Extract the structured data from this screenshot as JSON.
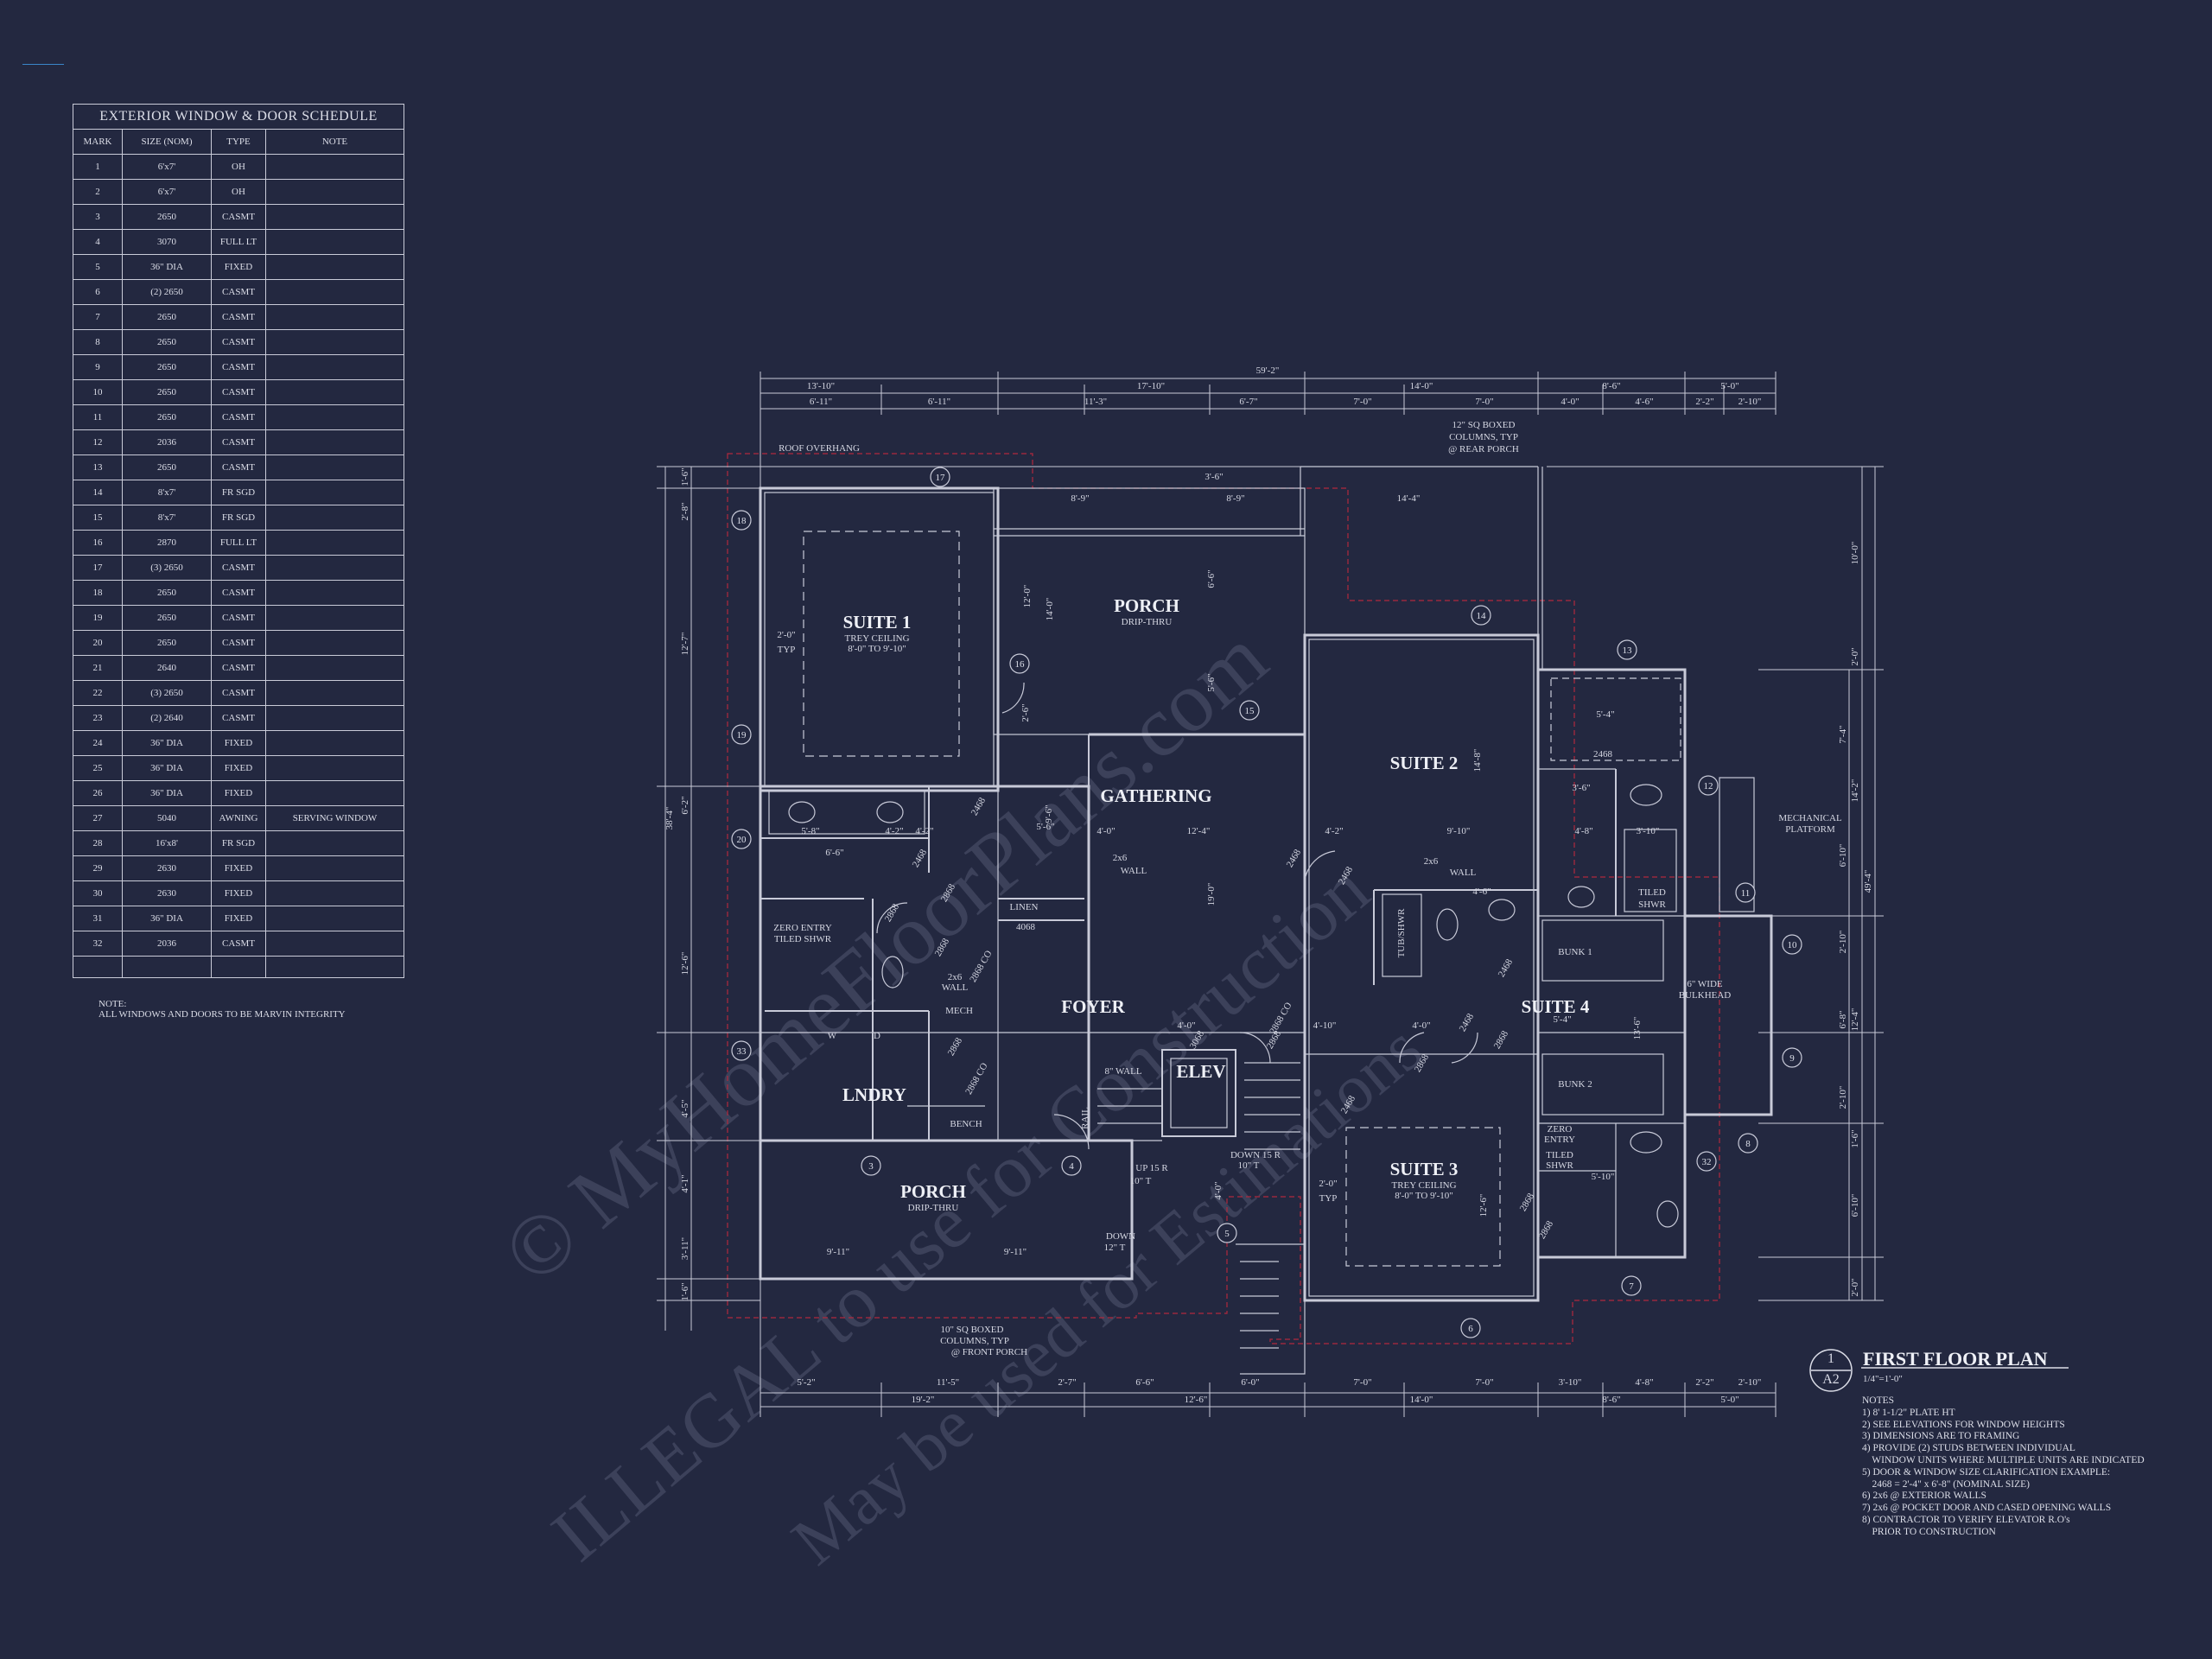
{
  "schedule": {
    "title": "EXTERIOR WINDOW & DOOR SCHEDULE",
    "headers": [
      "MARK",
      "SIZE (NOM)",
      "TYPE",
      "NOTE"
    ],
    "rows": [
      [
        "1",
        "6'x7'",
        "OH",
        ""
      ],
      [
        "2",
        "6'x7'",
        "OH",
        ""
      ],
      [
        "3",
        "2650",
        "CASMT",
        ""
      ],
      [
        "4",
        "3070",
        "FULL LT",
        ""
      ],
      [
        "5",
        "36\" DIA",
        "FIXED",
        ""
      ],
      [
        "6",
        "(2) 2650",
        "CASMT",
        ""
      ],
      [
        "7",
        "2650",
        "CASMT",
        ""
      ],
      [
        "8",
        "2650",
        "CASMT",
        ""
      ],
      [
        "9",
        "2650",
        "CASMT",
        ""
      ],
      [
        "10",
        "2650",
        "CASMT",
        ""
      ],
      [
        "11",
        "2650",
        "CASMT",
        ""
      ],
      [
        "12",
        "2036",
        "CASMT",
        ""
      ],
      [
        "13",
        "2650",
        "CASMT",
        ""
      ],
      [
        "14",
        "8'x7'",
        "FR SGD",
        ""
      ],
      [
        "15",
        "8'x7'",
        "FR SGD",
        ""
      ],
      [
        "16",
        "2870",
        "FULL LT",
        ""
      ],
      [
        "17",
        "(3) 2650",
        "CASMT",
        ""
      ],
      [
        "18",
        "2650",
        "CASMT",
        ""
      ],
      [
        "19",
        "2650",
        "CASMT",
        ""
      ],
      [
        "20",
        "2650",
        "CASMT",
        ""
      ],
      [
        "21",
        "2640",
        "CASMT",
        ""
      ],
      [
        "22",
        "(3) 2650",
        "CASMT",
        ""
      ],
      [
        "23",
        "(2) 2640",
        "CASMT",
        ""
      ],
      [
        "24",
        "36\" DIA",
        "FIXED",
        ""
      ],
      [
        "25",
        "36\" DIA",
        "FIXED",
        ""
      ],
      [
        "26",
        "36\" DIA",
        "FIXED",
        ""
      ],
      [
        "27",
        "5040",
        "AWNING",
        "SERVING WINDOW"
      ],
      [
        "28",
        "16'x8'",
        "FR SGD",
        ""
      ],
      [
        "29",
        "2630",
        "FIXED",
        ""
      ],
      [
        "30",
        "2630",
        "FIXED",
        ""
      ],
      [
        "31",
        "36\" DIA",
        "FIXED",
        ""
      ],
      [
        "32",
        "2036",
        "CASMT",
        ""
      ]
    ],
    "note_line1": "NOTE:",
    "note_line2": "ALL WINDOWS AND DOORS TO BE MARVIN INTEGRITY"
  },
  "rooms": [
    {
      "name": "SUITE 1",
      "sub1": "TREY CEILING",
      "sub2": "8'-0\" TO 9'-10\""
    },
    {
      "name": "PORCH",
      "sub1": "DRIP-THRU",
      "sub2": ""
    },
    {
      "name": "GATHERING",
      "sub1": "",
      "sub2": ""
    },
    {
      "name": "SUITE 2",
      "sub1": "",
      "sub2": ""
    },
    {
      "name": "FOYER",
      "sub1": "",
      "sub2": ""
    },
    {
      "name": "ELEV",
      "sub1": "",
      "sub2": ""
    },
    {
      "name": "SUITE 4",
      "sub1": "",
      "sub2": ""
    },
    {
      "name": "LNDRY",
      "sub1": "",
      "sub2": ""
    },
    {
      "name": "SUITE 3",
      "sub1": "TREY CEILING",
      "sub2": "8'-0\" TO 9'-10\""
    },
    {
      "name": "PORCH",
      "sub1": "DRIP-THRU",
      "sub2": ""
    }
  ],
  "small_labels": [
    "ROOF OVERHANG",
    "12\" SQ BOXED",
    "COLUMNS, TYP",
    "@ REAR PORCH",
    "MECHANICAL",
    "PLATFORM",
    "2x6",
    "WALL",
    "LINEN",
    "4068",
    "ZERO ENTRY",
    "TILED SHWR",
    "W",
    "D",
    "MECH",
    "2x6",
    "WALL",
    "BENCH",
    "8\" WALL",
    "RAIL",
    "UP 15 R",
    "10\" T",
    "DOWN 15 R",
    "10\" T",
    "DOWN",
    "12\" T",
    "TUB/SHWR",
    "BUNK 1",
    "BUNK 2",
    "6\" WIDE",
    "BULKHEAD",
    "TILED",
    "SHWR",
    "ZERO",
    "ENTRY",
    "TILED",
    "SHWR",
    "10\" SQ BOXED",
    "COLUMNS, TYP",
    "@ FRONT PORCH",
    "2'-0\"",
    "TYP",
    "2'-0\"",
    "TYP",
    "2468",
    "2x6",
    "WALL"
  ],
  "dims": {
    "top_overall": "59'-2\"",
    "top_row1": [
      "13'-10\"",
      "17'-10\"",
      "14'-0\"",
      "8'-6\"",
      "5'-0\""
    ],
    "top_row2": [
      "6'-11\"",
      "6'-11\"",
      "11'-3\"",
      "6'-7\"",
      "7'-0\"",
      "7'-0\"",
      "4'-0\"",
      "4'-6\"",
      "2'-2\"",
      "2'-10\""
    ],
    "bottom_row1": [
      "5'-2\"",
      "11'-5\"",
      "2'-7\"",
      "6'-6\"",
      "6'-0\"",
      "7'-0\"",
      "7'-0\"",
      "3'-10\"",
      "4'-8\"",
      "2'-2\"",
      "2'-10\""
    ],
    "bottom_row2": [
      "19'-2\"",
      "12'-6\"",
      "14'-0\"",
      "8'-6\"",
      "5'-0\""
    ],
    "left_overall": "38'-4\"",
    "left_parts": [
      "1'-6\"",
      "2'-8\"",
      "12'-7\"",
      "6'-2\"",
      "12'-6\"",
      "4'-5\"",
      "4'-1\"",
      "3'-11\"",
      "1'-6\""
    ],
    "right_overall": "49'-4\"",
    "right_parts": [
      "10'-0\"",
      "2'-0\"",
      "14'-2\"",
      "12'-4\"",
      "1'-6\"",
      "6'-10\"",
      "2'-0\""
    ],
    "right_inner": [
      "7'-4\"",
      "6'-10\"",
      "2'-10\"",
      "6'-8\"",
      "2'-10\""
    ],
    "interior": [
      "8'-9\"",
      "8'-9\"",
      "14'-4\"",
      "12'-0\"",
      "14'-0\"",
      "3'-6\"",
      "6'-6\"",
      "5'-6\"",
      "2'-6\"",
      "9'-6\"",
      "12'-4\"",
      "5'-6\"",
      "4'-0\"",
      "4'-2\"",
      "5'-8\"",
      "4'-2\"",
      "6'-6\"",
      "19'-0\"",
      "9'-10\"",
      "4'-2\"",
      "4'-8\"",
      "3'-10\"",
      "14'-8\"",
      "5'-4\"",
      "3'-6\"",
      "13'-6\"",
      "5'-4\"",
      "4'-6\"",
      "12'-6\"",
      "9'-11\"",
      "9'-11\"",
      "4'-10\"",
      "4'-0\"",
      "4'-0\"",
      "4'-0\"",
      "5'-10\""
    ],
    "door_tags": [
      "2468",
      "2468",
      "2868",
      "2868",
      "2468",
      "2868 CO",
      "2868 CO",
      "2868",
      "2868",
      "3068",
      "2868",
      "2468",
      "2468",
      "2868 CO",
      "2868",
      "2468",
      "2468",
      "2868",
      "2868",
      "2868"
    ]
  },
  "marks": [
    "17",
    "18",
    "19",
    "20",
    "33",
    "3",
    "4",
    "16",
    "15",
    "14",
    "13",
    "12",
    "11",
    "10",
    "9",
    "8",
    "32",
    "7",
    "6",
    "5"
  ],
  "title_block": {
    "number": "1",
    "sheet": "A2",
    "title": "FIRST FLOOR PLAN",
    "scale": "1/4\"=1'-0\""
  },
  "notes": {
    "heading": "NOTES",
    "lines": [
      "1) 8' 1-1/2\" PLATE HT",
      "2) SEE ELEVATIONS FOR WINDOW HEIGHTS",
      "3) DIMENSIONS ARE TO FRAMING",
      "4) PROVIDE (2) STUDS BETWEEN INDIVIDUAL",
      "    WINDOW UNITS WHERE MULTIPLE UNITS ARE INDICATED",
      "5) DOOR & WINDOW SIZE CLARIFICATION EXAMPLE:",
      "    2468 = 2'-4\" x 6'-8\" (NOMINAL SIZE)",
      "6) 2x6 @ EXTERIOR WALLS",
      "7) 2x6 @ POCKET DOOR AND CASED OPENING WALLS",
      "8) CONTRACTOR TO VERIFY ELEVATOR R.O's",
      "    PRIOR TO CONSTRUCTION"
    ]
  },
  "watermark": {
    "line1": "© MyHomeFloorPlans.com",
    "line2": "ILLEGAL to use for Construction",
    "line3": "May be used for Estimations"
  },
  "colors": {
    "background": "#232840",
    "linework": "#c8cad8",
    "overhang": "#b0283c",
    "accent": "#3a86c8"
  }
}
